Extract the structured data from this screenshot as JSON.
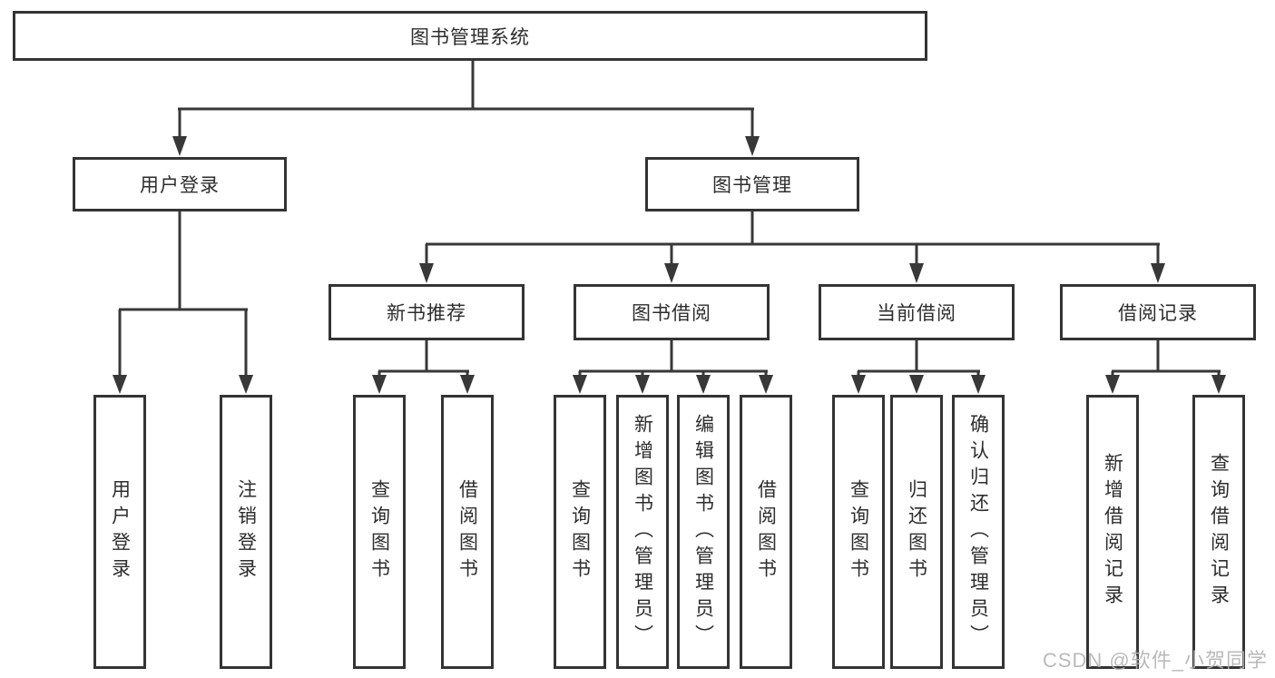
{
  "diagram": {
    "root": "图书管理系统",
    "branches": [
      {
        "label": "用户登录",
        "children": [
          "用户登录",
          "注销登录"
        ]
      },
      {
        "label": "图书管理",
        "children": [
          {
            "label": "新书推荐",
            "children": [
              "查询图书",
              "借阅图书"
            ]
          },
          {
            "label": "图书借阅",
            "children": [
              "查询图书",
              "新增图书（管理员）",
              "编辑图书（管理员）",
              "借阅图书"
            ]
          },
          {
            "label": "当前借阅",
            "children": [
              "查询图书",
              "归还图书",
              "确认归还（管理员）"
            ]
          },
          {
            "label": "借阅记录",
            "children": [
              "新增借阅记录",
              "查询借阅记录"
            ]
          }
        ]
      }
    ],
    "watermark": "CSDN @软件_小贺同学",
    "colors": {
      "line": "#383838",
      "box_border": "#343434",
      "box_fill": "#ffffff",
      "text": "#2d2d2d",
      "watermark": "#b3b3b3",
      "background": "#ffffff"
    }
  }
}
